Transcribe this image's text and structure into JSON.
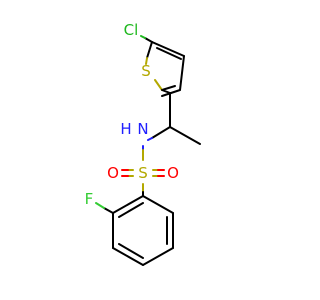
{
  "molecule": {
    "atoms": {
      "cl": {
        "symbol": "Cl",
        "color": "#1fb81f"
      },
      "s_thiophene": {
        "symbol": "S",
        "color": "#b3a800"
      },
      "n_amine": {
        "symbol": "N",
        "color": "#2020ff"
      },
      "h_amine": {
        "symbol": "H",
        "color": "#2020ff"
      },
      "s_sulfonyl": {
        "symbol": "S",
        "color": "#b3a800"
      },
      "o_left": {
        "symbol": "O",
        "color": "#ff0000"
      },
      "o_right": {
        "symbol": "O",
        "color": "#ff0000"
      },
      "f": {
        "symbol": "F",
        "color": "#33cc33"
      }
    }
  }
}
